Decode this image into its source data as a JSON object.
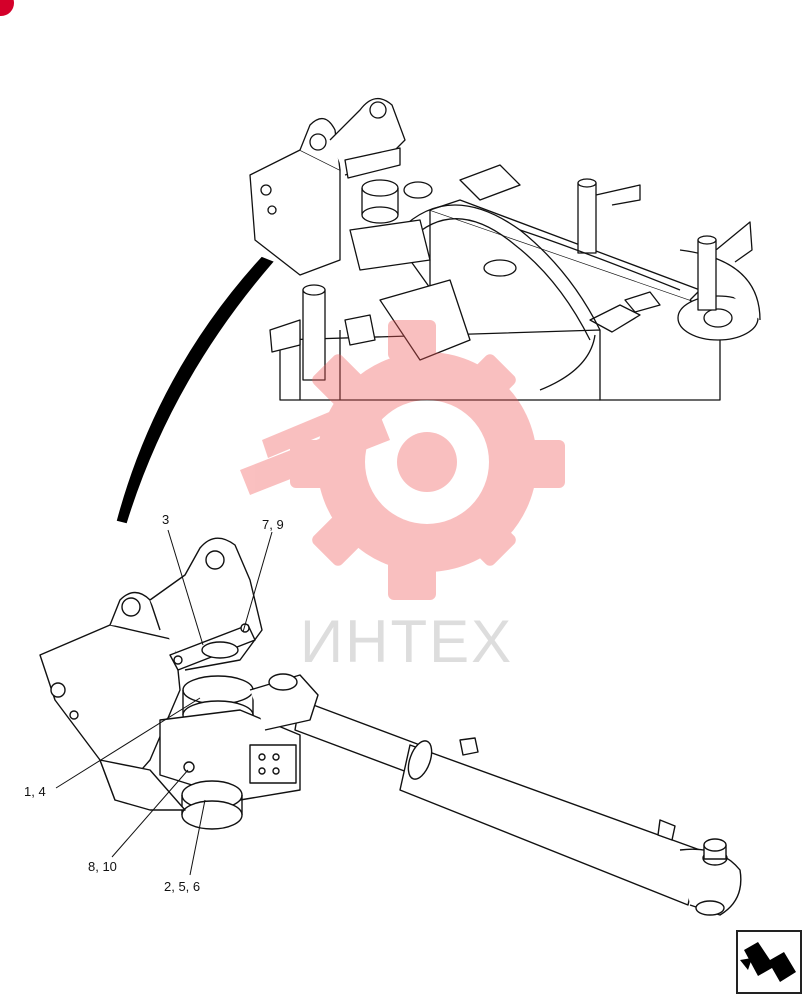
{
  "diagram": {
    "callouts": [
      {
        "id": "c3",
        "text": "3"
      },
      {
        "id": "c79",
        "text": "7, 9"
      },
      {
        "id": "c14",
        "text": "1, 4"
      },
      {
        "id": "c810",
        "text": "8, 10"
      },
      {
        "id": "c256",
        "text": "2, 5, 6"
      }
    ],
    "watermark": {
      "text": "ИНТЕХ",
      "color": "#f15a5a"
    },
    "nav_icon": "next-page-arrow-icon",
    "colors": {
      "line": "#111111",
      "watermark": "#f15a5a",
      "badge": "#d4002a"
    }
  }
}
